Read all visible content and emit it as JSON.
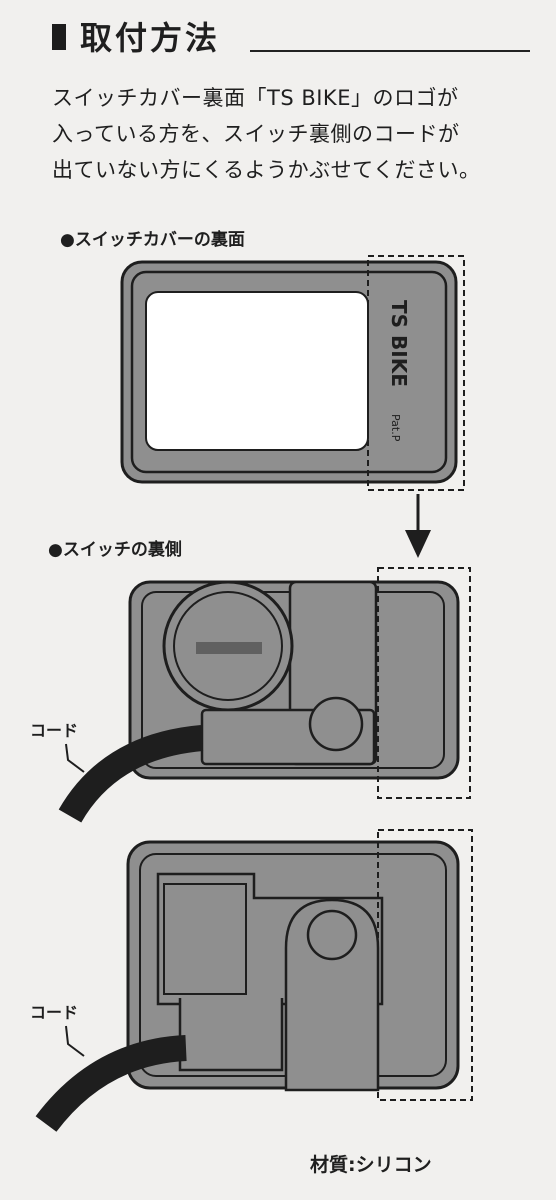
{
  "header": {
    "title": "取付方法"
  },
  "instructions": [
    "スイッチカバー裏面「TS BIKE」のロゴが",
    "入っている方を、スイッチ裏側のコードが",
    "出ていない方にくるようかぶせてください。"
  ],
  "figures": {
    "cover_back_label": "●スイッチカバーの裏面",
    "cover_logo": "TS BIKE",
    "cover_patent": "Pat.P",
    "switch_back_label": "●スイッチの裏側",
    "cord_label_1": "コード",
    "cord_label_2": "コード"
  },
  "footer": {
    "material": "材質:シリコン"
  },
  "colors": {
    "background": "#f1f0ee",
    "figure_fill": "#8f8f8f",
    "outline": "#1e1e1e"
  }
}
